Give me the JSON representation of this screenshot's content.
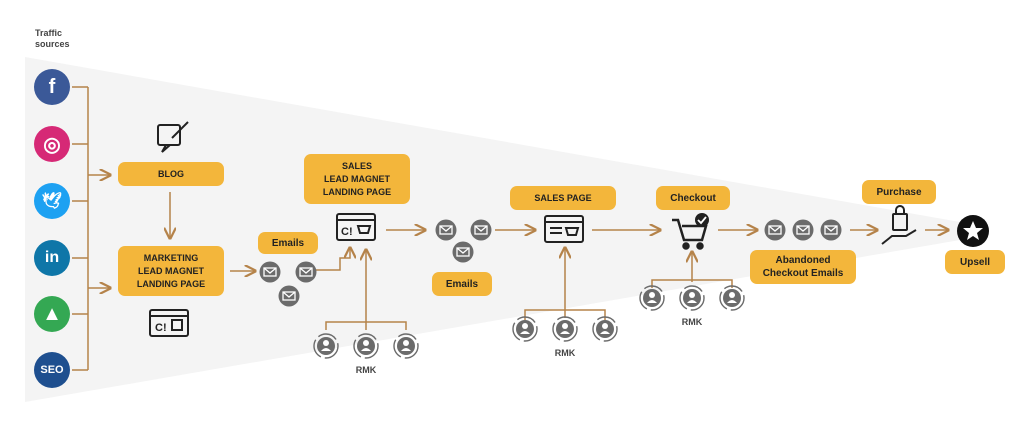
{
  "traffic_sources_label": "Traffic\nsources",
  "sources": [
    {
      "name": "facebook",
      "glyph": "f",
      "color": "#3b5998"
    },
    {
      "name": "instagram",
      "glyph": "◎",
      "color": "#d62976"
    },
    {
      "name": "twitter",
      "glyph": "🕊",
      "color": "#1da1f2"
    },
    {
      "name": "linkedin",
      "glyph": "in",
      "color": "#0e76a8"
    },
    {
      "name": "google-ads",
      "glyph": "▲",
      "color": "#34a853"
    },
    {
      "name": "seo",
      "glyph": "SEO",
      "color": "#1e4f8f"
    }
  ],
  "boxes": {
    "blog": "BLOG",
    "marketing": "MARKETING\nLEAD MAGNET\nLANDING PAGE",
    "emails1": "Emails",
    "sales_lead": "SALES\nLEAD MAGNET\nLANDING PAGE",
    "emails2": "Emails",
    "sales_page": "SALES PAGE",
    "checkout": "Checkout",
    "abandoned": "Abandoned\nCheckout Emails",
    "purchase": "Purchase",
    "upsell": "Upsell"
  },
  "rmk_label": "RMK",
  "colors": {
    "arrow": "#b5834a",
    "box": "#f3b63b",
    "funnel": "#f4f4f4",
    "icon_gray": "#6b6b6b"
  }
}
